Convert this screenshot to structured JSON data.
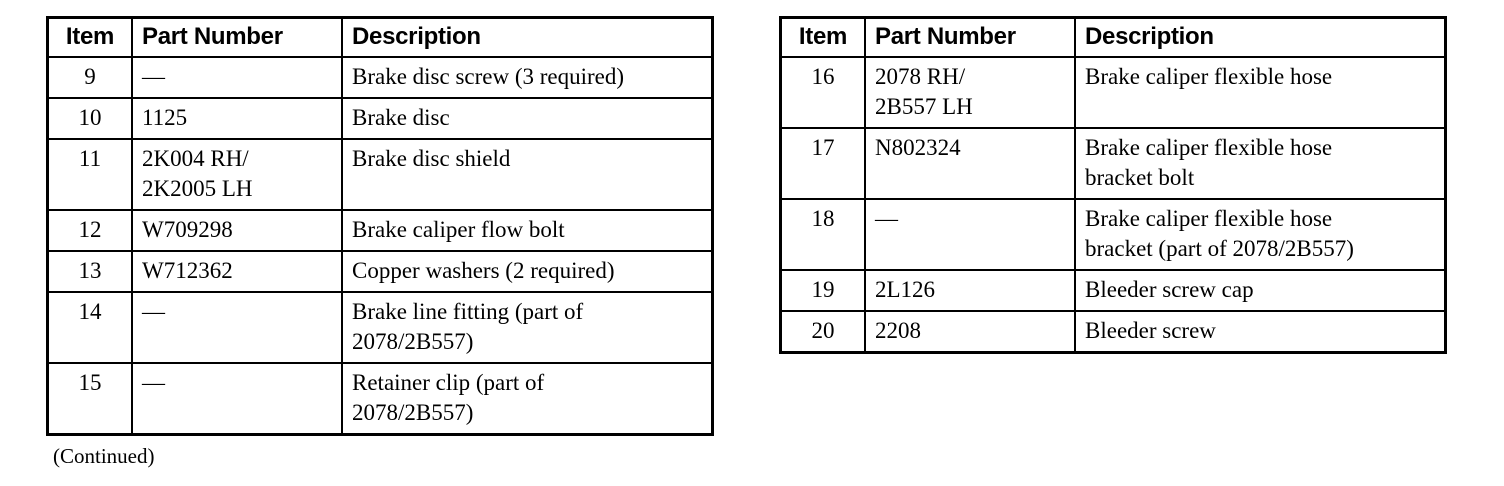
{
  "document": {
    "kind": "parts-list",
    "continued_note": "(Continued)",
    "ink_color": "#000000",
    "paper_color": "#ffffff"
  },
  "tables": [
    {
      "id": "left",
      "columns": [
        "Item",
        "Part Number",
        "Description"
      ],
      "rows": [
        {
          "item": "9",
          "part": "—",
          "description": "Brake disc screw (3 required)"
        },
        {
          "item": "10",
          "part": "1125",
          "description": "Brake disc"
        },
        {
          "item": "11",
          "part": "2K004 RH/\n2K2005 LH",
          "description": "Brake disc shield"
        },
        {
          "item": "12",
          "part": "W709298",
          "description": "Brake caliper flow bolt"
        },
        {
          "item": "13",
          "part": "W712362",
          "description": "Copper washers (2 required)"
        },
        {
          "item": "14",
          "part": "—",
          "description": "Brake line fitting (part of\n2078/2B557)"
        },
        {
          "item": "15",
          "part": "—",
          "description": "Retainer clip (part of\n2078/2B557)"
        }
      ]
    },
    {
      "id": "right",
      "columns": [
        "Item",
        "Part Number",
        "Description"
      ],
      "rows": [
        {
          "item": "16",
          "part": "2078 RH/\n2B557 LH",
          "description": "Brake caliper flexible hose"
        },
        {
          "item": "17",
          "part": "N802324",
          "description": "Brake caliper flexible hose\nbracket bolt"
        },
        {
          "item": "18",
          "part": "—",
          "description": "Brake caliper flexible hose\nbracket (part of 2078/2B557)"
        },
        {
          "item": "19",
          "part": "2L126",
          "description": "Bleeder screw cap"
        },
        {
          "item": "20",
          "part": "2208",
          "description": "Bleeder screw"
        }
      ]
    }
  ]
}
